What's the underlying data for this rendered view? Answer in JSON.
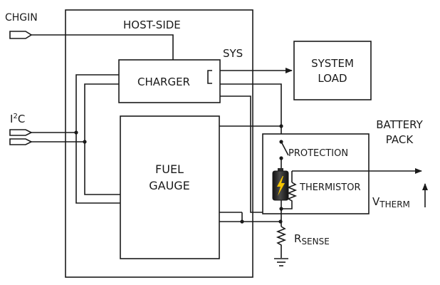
{
  "labels": {
    "chgin": "CHGIN",
    "i2c_base": "I",
    "i2c_sup": "2",
    "i2c_tail": "C",
    "host_side": "HOST-SIDE",
    "sys": "SYS",
    "charger": "CHARGER",
    "fuel_line1": "FUEL",
    "fuel_line2": "GAUGE",
    "system_line1": "SYSTEM",
    "system_line2": "LOAD",
    "battery_line1": "BATTERY",
    "battery_line2": "PACK",
    "protection": "PROTECTION",
    "thermistor": "THERMISTOR",
    "vtherm_base": "V",
    "vtherm_sub": "THERM",
    "rsense_base": "R",
    "rsense_sub": "SENSE"
  },
  "colors": {
    "line": "#1a1a1a",
    "battery_body": "#2a2a2a",
    "battery_bolt": "#f5c400"
  },
  "icons": {
    "battery": "battery-icon",
    "resistor": "resistor-icon",
    "switch": "switch-icon",
    "ground": "ground-icon"
  }
}
